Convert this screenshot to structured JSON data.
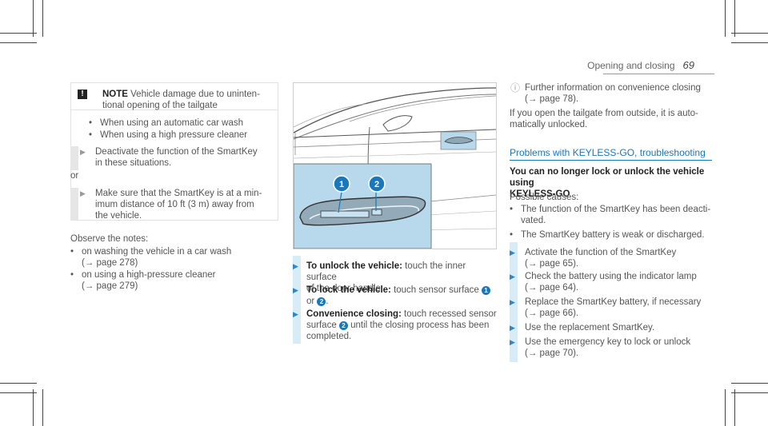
{
  "header": {
    "section": "Opening and closing",
    "page": "69"
  },
  "col1": {
    "warning": {
      "label": "NOTE",
      "text_l1": " Vehicle damage due to uninten-",
      "text_l2": "tional opening of the tailgate"
    },
    "bullets": [
      "When using an automatic car wash",
      "When using a high pressure cleaner"
    ],
    "step1": [
      "Deactivate the function of the SmartKey",
      "in these situations."
    ],
    "or": "or",
    "step2": [
      "Make sure that the SmartKey is at a min-",
      "imum distance of 10 ft (3 m) away from",
      "the vehicle."
    ],
    "observe": "Observe the notes:",
    "notes": [
      [
        "on washing the vehicle in a car wash",
        "(→ page 278)"
      ],
      [
        "on using a high-pressure cleaner",
        "(→ page 279)"
      ]
    ]
  },
  "col2": {
    "callouts": [
      "1",
      "2"
    ],
    "steps": [
      {
        "bold": "To unlock the vehicle:",
        "l1": " touch the inner surface",
        "l2": "of the door handle."
      },
      {
        "bold": "To lock the vehicle:",
        "l1": " touch sensor surface ",
        "l2": "or "
      },
      {
        "bold": "Convenience closing:",
        "l1": " touch recessed sensor",
        "l2a": "surface ",
        "l2b": " until the closing process has been",
        "l3": "completed."
      }
    ]
  },
  "col3": {
    "info": [
      "Further information on convenience closing",
      "(→ page 78)."
    ],
    "tailgate": [
      "If you open the tailgate from outside, it is auto-",
      "matically unlocked."
    ],
    "problems_heading": "Problems with KEYLESS-GO, troubleshooting",
    "sub_heading": [
      "You can no longer lock or unlock the vehicle using",
      "KEYLESS-GO"
    ],
    "causes_label": "Possible causes:",
    "causes": [
      [
        "The function of the SmartKey has been deacti-",
        "vated."
      ],
      [
        "The SmartKey battery is weak or discharged."
      ]
    ],
    "steps": [
      [
        "Activate the function of the SmartKey",
        "(→ page 65)."
      ],
      [
        "Check the battery using the indicator lamp",
        "(→ page 64)."
      ],
      [
        "Replace the SmartKey battery, if necessary",
        "(→ page 66)."
      ],
      [
        "Use the replacement SmartKey."
      ],
      [
        "Use the emergency key to lock or unlock",
        "(→ page 70)."
      ]
    ]
  }
}
